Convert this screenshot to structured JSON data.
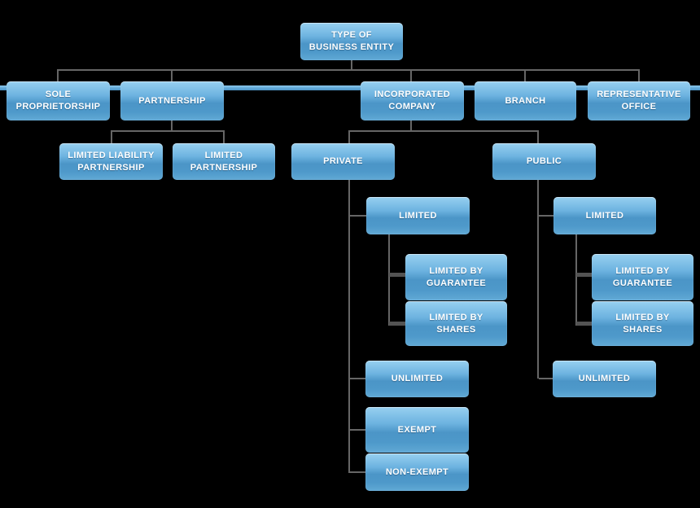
{
  "diagram": {
    "type": "org-chart",
    "background": "#000000",
    "colors": {
      "box_gradient_top": "#97D0F0",
      "box_gradient_mid": "#4B95C7",
      "box_gradient_bottom": "#61A9D5",
      "ribbon_blue": "#6FB5E2",
      "connector_gray": "#666666",
      "connector_gray_thick": "#535353",
      "text": "#FFFFFF"
    },
    "nodes": {
      "root": {
        "label": "TYPE OF\nBUSINESS ENTITY"
      },
      "sole_proprietorship": {
        "label": "SOLE\nPROPRIETORSHIP"
      },
      "partnership": {
        "label": "PARTNERSHIP"
      },
      "incorporated_company": {
        "label": "INCORPORATED\nCOMPANY"
      },
      "branch": {
        "label": "BRANCH"
      },
      "representative_office": {
        "label": "REPRESENTATIVE\nOFFICE"
      },
      "limited_liability_partnership": {
        "label": "LIMITED LIABILITY\nPARTNERSHIP"
      },
      "limited_partnership": {
        "label": "LIMITED\nPARTNERSHIP"
      },
      "private": {
        "label": "PRIVATE"
      },
      "public": {
        "label": "PUBLIC"
      },
      "private_limited": {
        "label": "LIMITED"
      },
      "private_limited_by_guarantee": {
        "label": "LIMITED BY\nGUARANTEE"
      },
      "private_limited_by_shares": {
        "label": "LIMITED BY\nSHARES"
      },
      "private_unlimited": {
        "label": "UNLIMITED"
      },
      "private_exempt": {
        "label": "EXEMPT"
      },
      "private_non_exempt": {
        "label": "NON-EXEMPT"
      },
      "public_limited": {
        "label": "LIMITED"
      },
      "public_limited_by_guarantee": {
        "label": "LIMITED BY\nGUARANTEE"
      },
      "public_limited_by_shares": {
        "label": "LIMITED BY\nSHARES"
      },
      "public_unlimited": {
        "label": "UNLIMITED"
      }
    },
    "hierarchy": {
      "TYPE OF BUSINESS ENTITY": {
        "SOLE PROPRIETORSHIP": {},
        "PARTNERSHIP": {
          "LIMITED LIABILITY PARTNERSHIP": {},
          "LIMITED PARTNERSHIP": {}
        },
        "INCORPORATED COMPANY": {
          "PRIVATE": {
            "LIMITED": {
              "LIMITED BY GUARANTEE": {},
              "LIMITED BY SHARES": {}
            },
            "UNLIMITED": {},
            "EXEMPT": {},
            "NON-EXEMPT": {}
          },
          "PUBLIC": {
            "LIMITED": {
              "LIMITED BY GUARANTEE": {},
              "LIMITED BY SHARES": {}
            },
            "UNLIMITED": {}
          }
        },
        "BRANCH": {},
        "REPRESENTATIVE OFFICE": {}
      }
    }
  }
}
